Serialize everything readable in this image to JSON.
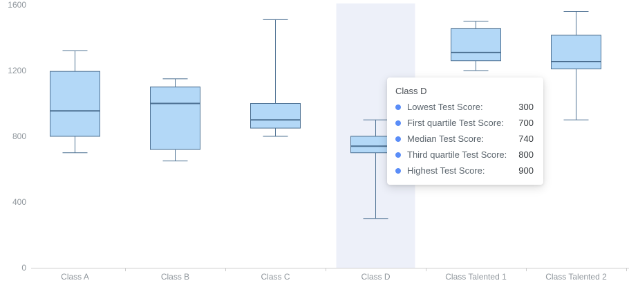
{
  "chart_data": {
    "type": "boxplot",
    "title": "",
    "xlabel": "",
    "ylabel": "",
    "categories": [
      "Class A",
      "Class B",
      "Class C",
      "Class D",
      "Class Talented 1",
      "Class Talented 2"
    ],
    "series": [
      {
        "name": "Test Scores",
        "values": [
          {
            "low": 700,
            "q1": 800,
            "median": 955,
            "q3": 1195,
            "high": 1320
          },
          {
            "low": 650,
            "q1": 720,
            "median": 1000,
            "q3": 1100,
            "high": 1150
          },
          {
            "low": 800,
            "q1": 850,
            "median": 900,
            "q3": 1000,
            "high": 1510
          },
          {
            "low": 300,
            "q1": 700,
            "median": 740,
            "q3": 800,
            "high": 900
          },
          {
            "low": 1200,
            "q1": 1260,
            "median": 1310,
            "q3": 1455,
            "high": 1500
          },
          {
            "low": 900,
            "q1": 1210,
            "median": 1255,
            "q3": 1415,
            "high": 1560
          }
        ]
      }
    ],
    "ylim": [
      0,
      1600
    ],
    "yticks": [
      "0",
      "400",
      "800",
      "1200",
      "1600"
    ],
    "grid": false,
    "legend": "none",
    "highlighted_category": "Class D",
    "colors": {
      "box_fill": "#b3d8f7",
      "box_stroke": "#4c7092",
      "band": "rgba(116,139,209,0.13)",
      "axis_line": "#cccccc",
      "axis_text": "#8f969c"
    }
  },
  "tooltip": {
    "title": "Class D",
    "bullet_color": "#5a8df8",
    "rows": [
      {
        "label": "Lowest Test Score:",
        "value": "300"
      },
      {
        "label": "First quartile Test Score:",
        "value": "700"
      },
      {
        "label": "Median Test Score:",
        "value": "740"
      },
      {
        "label": "Third quartile Test Score:",
        "value": "800"
      },
      {
        "label": "Highest Test Score:",
        "value": "900"
      }
    ]
  }
}
